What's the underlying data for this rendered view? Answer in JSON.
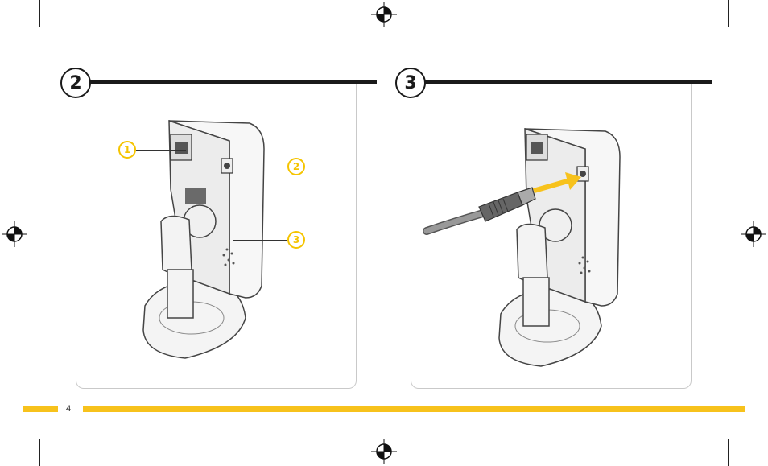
{
  "steps": [
    {
      "number": "2"
    },
    {
      "number": "3"
    }
  ],
  "callouts": [
    "1",
    "2",
    "3"
  ],
  "footer": {
    "page_number": "4"
  },
  "colors": {
    "accent": "#f7c21c",
    "line": "#1a1a1a",
    "panel_border": "#c9c9c9"
  },
  "icons": [
    "registration-mark-icon",
    "camera-illustration",
    "power-cable-illustration",
    "insert-arrow-icon"
  ]
}
